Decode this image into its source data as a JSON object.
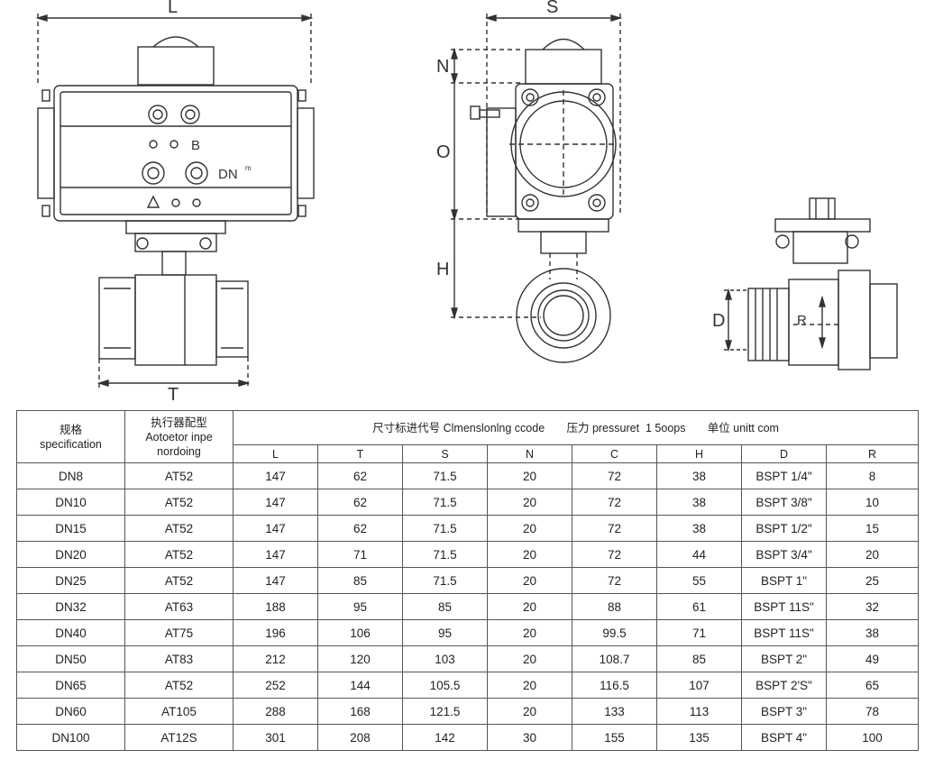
{
  "drawing": {
    "labels": {
      "L": "L",
      "T": "T",
      "S": "S",
      "N": "N",
      "O": "O",
      "H": "H",
      "D": "D",
      "R": "R",
      "B": "B",
      "DN": "DN",
      "DN_sup": "m"
    }
  },
  "table": {
    "header": {
      "spec_cn": "规格",
      "spec_en": "specification",
      "actuator_cn": "执行器配型",
      "actuator_en1": "Aotoetor inpe",
      "actuator_en2": "nordoing",
      "dims_title": "尺寸标进代号 Clmenslonlng ccode       压力 pressuret  1 5oops       单位 unitt com"
    },
    "columns": [
      "L",
      "T",
      "S",
      "N",
      "C",
      "H",
      "D",
      "R"
    ],
    "rows": [
      [
        "DN8",
        "AT52",
        "147",
        "62",
        "71.5",
        "20",
        "72",
        "38",
        "BSPT 1/4\"",
        "8"
      ],
      [
        "DN10",
        "AT52",
        "147",
        "62",
        "71.5",
        "20",
        "72",
        "38",
        "BSPT 3/8\"",
        "10"
      ],
      [
        "DN15",
        "AT52",
        "147",
        "62",
        "71.5",
        "20",
        "72",
        "38",
        "BSPT 1/2\"",
        "15"
      ],
      [
        "DN20",
        "AT52",
        "147",
        "71",
        "71.5",
        "20",
        "72",
        "44",
        "BSPT 3/4\"",
        "20"
      ],
      [
        "DN25",
        "AT52",
        "147",
        "85",
        "71.5",
        "20",
        "72",
        "55",
        "BSPT 1\"",
        "25"
      ],
      [
        "DN32",
        "AT63",
        "188",
        "95",
        "85",
        "20",
        "88",
        "61",
        "BSPT 11S\"",
        "32"
      ],
      [
        "DN40",
        "AT75",
        "196",
        "106",
        "95",
        "20",
        "99.5",
        "71",
        "BSPT 11S\"",
        "38"
      ],
      [
        "DN50",
        "AT83",
        "212",
        "120",
        "103",
        "20",
        "108.7",
        "85",
        "BSPT 2\"",
        "49"
      ],
      [
        "DN65",
        "AT52",
        "252",
        "144",
        "105.5",
        "20",
        "116.5",
        "107",
        "BSPT 2'S\"",
        "65"
      ],
      [
        "DN60",
        "AT105",
        "288",
        "168",
        "121.5",
        "20",
        "133",
        "113",
        "BSPT 3\"",
        "78"
      ],
      [
        "DN100",
        "AT12S",
        "301",
        "208",
        "142",
        "30",
        "155",
        "135",
        "BSPT 4\"",
        "100"
      ]
    ]
  }
}
